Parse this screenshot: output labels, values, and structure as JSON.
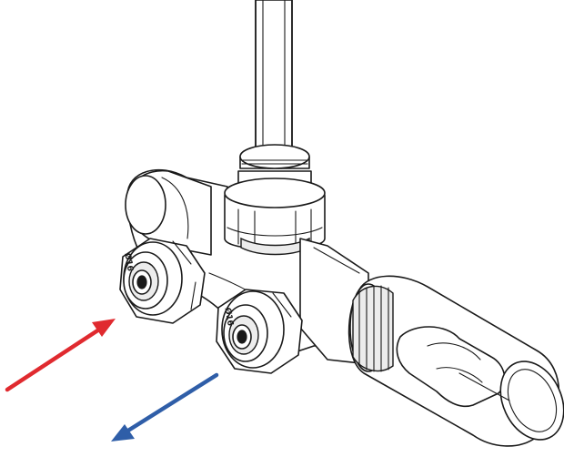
{
  "labels": {
    "fitting_left": "Ø16",
    "fitting_right": "Ø16"
  },
  "colors": {
    "supply_arrow": "#e02a2f",
    "return_arrow": "#2f5ea8",
    "outline": "#1a1a1a",
    "background": "#ffffff"
  },
  "icons": {
    "supply": "arrow-up-right",
    "return": "arrow-down-left"
  }
}
